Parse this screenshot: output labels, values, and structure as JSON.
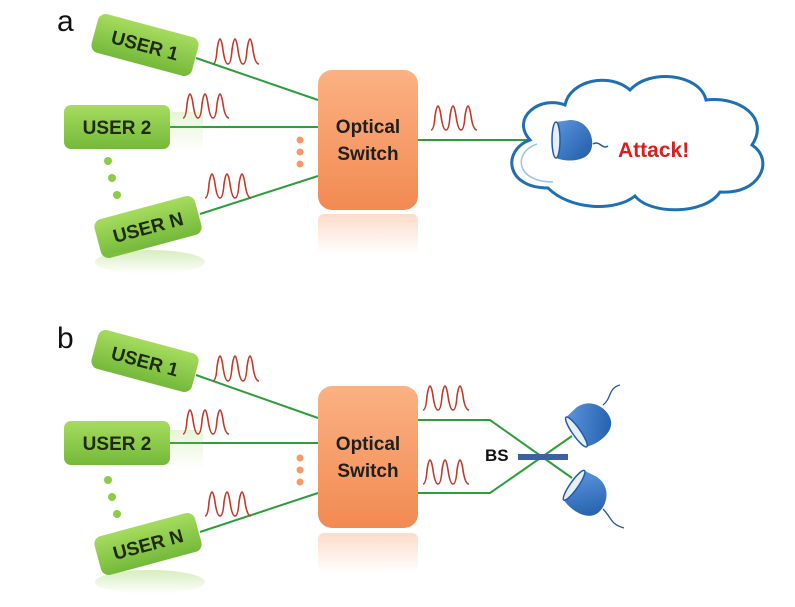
{
  "panel_a": {
    "label": "a",
    "users": [
      "USER 1",
      "USER 2",
      "USER N"
    ],
    "switch_line1": "Optical",
    "switch_line2": "Switch",
    "attack": "Attack!"
  },
  "panel_b": {
    "label": "b",
    "users": [
      "USER 1",
      "USER 2",
      "USER N"
    ],
    "switch_line1": "Optical",
    "switch_line2": "Switch",
    "bs": "BS"
  },
  "colors": {
    "user_box": "#8ccc46",
    "switch_box": "#f79a68",
    "fiber": "#2e9e3c",
    "pulse": "#c0392b",
    "detector": "#2f6fc4",
    "cloud_outline": "#1e6fb3",
    "attack_text": "#d81e1e",
    "beam_splitter": "#3d5fa6"
  }
}
